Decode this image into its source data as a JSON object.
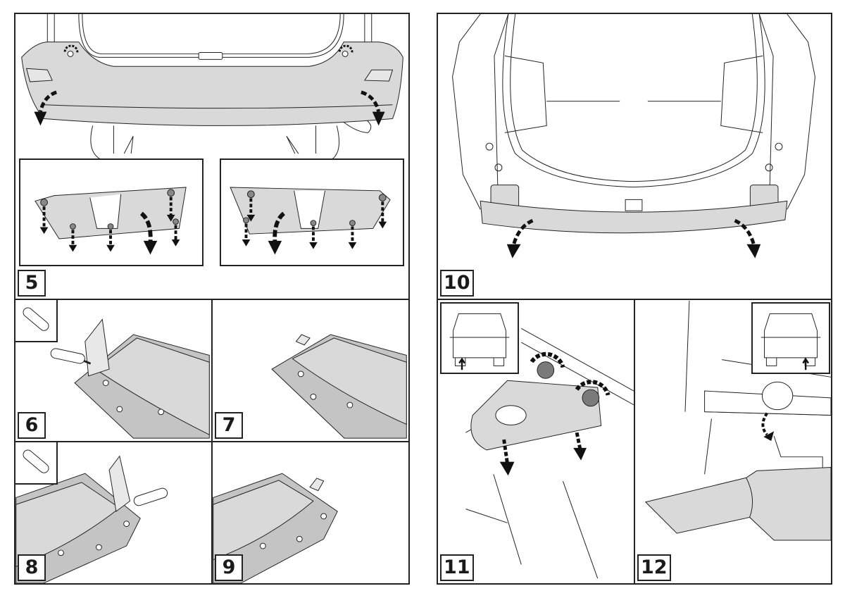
{
  "document": {
    "type": "installation-instructions",
    "colors": {
      "part_fill": "#d9d9d9",
      "part_dark": "#c4c4c4",
      "line": "#222222",
      "arrow": "#111111",
      "bolt": "#7a7a7a"
    }
  },
  "steps": [
    {
      "number": "5",
      "action": "remove rear bumper cover",
      "insets": [
        "left-underside-fasteners",
        "right-underside-fasteners"
      ]
    },
    {
      "number": "6",
      "action": "cut left tab with utility knife",
      "tool_icon": "utility-knife-icon"
    },
    {
      "number": "7",
      "action": "left tab trimmed"
    },
    {
      "number": "8",
      "action": "cut right tab with utility knife",
      "tool_icon": "utility-knife-icon"
    },
    {
      "number": "9",
      "action": "right tab trimmed"
    },
    {
      "number": "10",
      "action": "remove bumper reinforcement beam"
    },
    {
      "number": "11",
      "action": "unbolt left bracket",
      "locator": "left-rear-underside"
    },
    {
      "number": "12",
      "action": "detach exhaust rubber hanger",
      "locator": "right-rear-underside"
    }
  ]
}
